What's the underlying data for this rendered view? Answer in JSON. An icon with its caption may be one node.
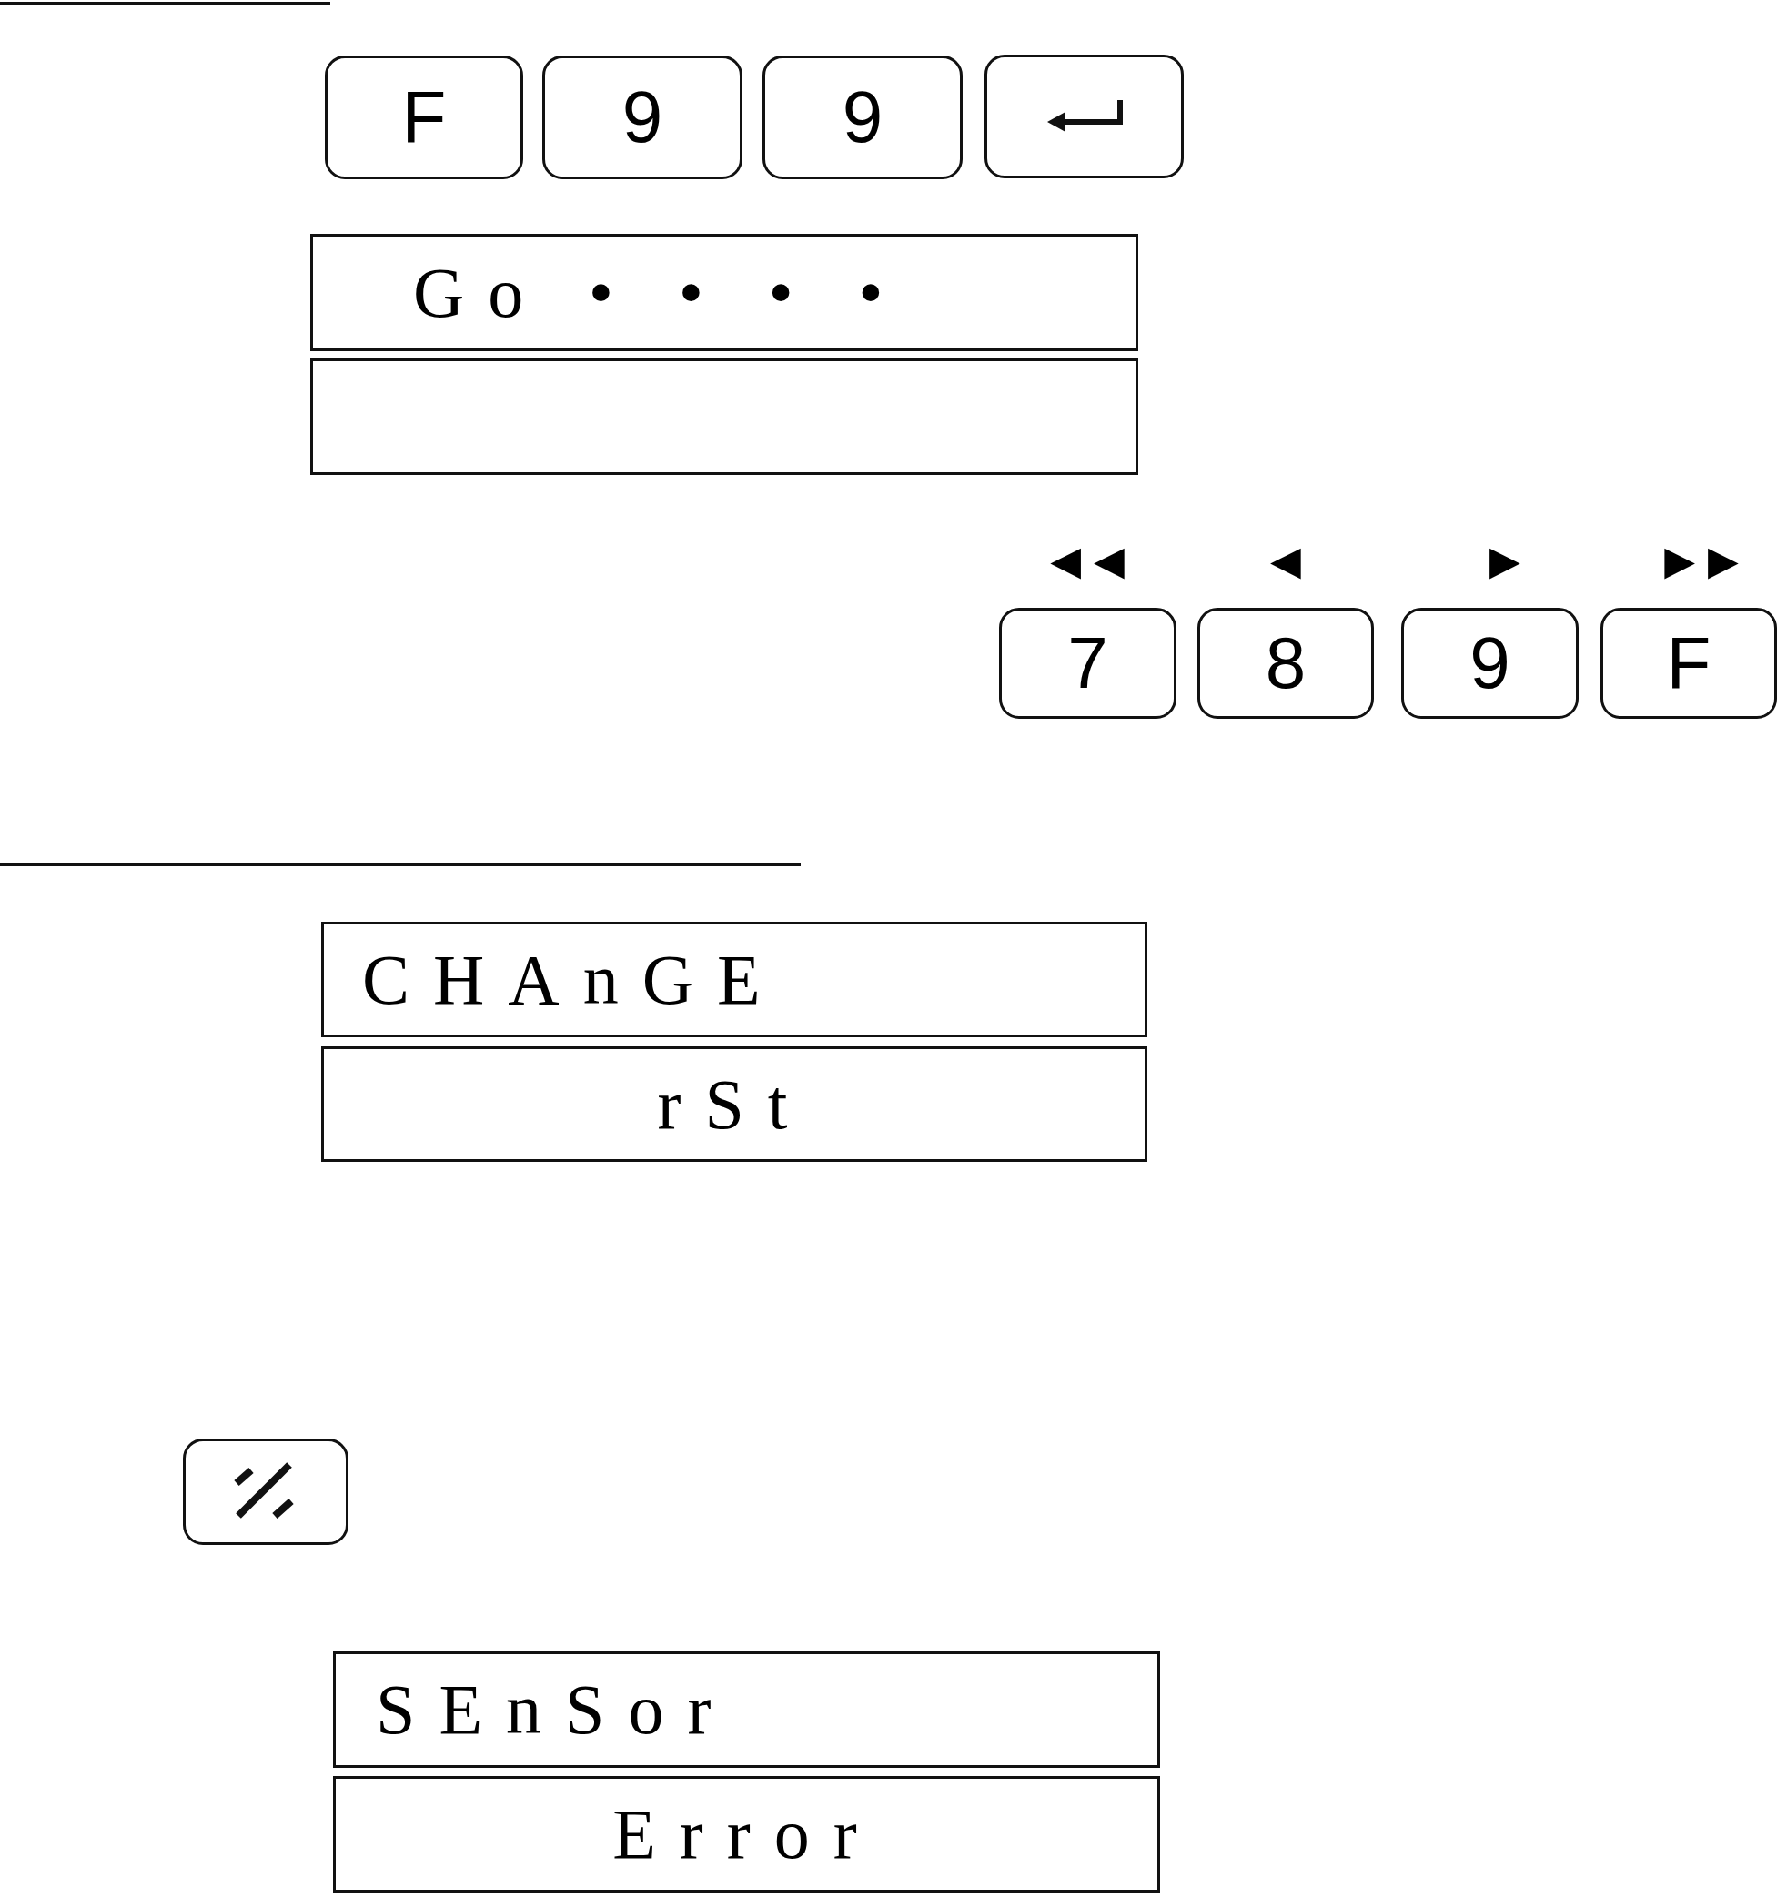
{
  "diagram": {
    "nodes": [
      {
        "text": [
          "F"
        ]
      },
      {
        "text": [
          "9"
        ]
      },
      {
        "text": [
          "9"
        ]
      },
      {
        "text": [],
        "shape": "box"
      },
      {
        "text": [
          "Go • • • •"
        ]
      },
      {
        "text": [],
        "shape": "box"
      },
      {
        "text": [
          "7"
        ]
      },
      {
        "text": [
          "8"
        ]
      },
      {
        "text": [
          "9"
        ]
      },
      {
        "text": [
          "F"
        ]
      },
      {
        "text": [
          "CHAnGE"
        ]
      },
      {
        "text": [
          "rSt"
        ]
      },
      {
        "text": [],
        "shape": "box"
      },
      {
        "text": [
          "SEnSor"
        ]
      },
      {
        "text": [
          "Error"
        ]
      }
    ],
    "labels": [
      "◀ ◀",
      "◀",
      "▶",
      "▶ ▶"
    ]
  }
}
